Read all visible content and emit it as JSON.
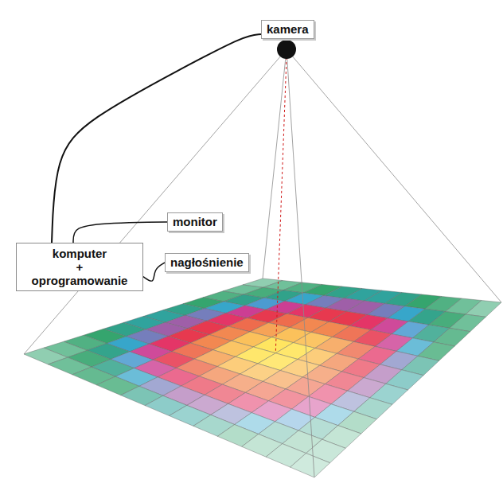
{
  "diagram": {
    "nodes": [
      {
        "text": [
          "kamera"
        ]
      },
      {
        "text": [
          "komputer + oprogramowanie"
        ]
      },
      {
        "text": [
          "monitor"
        ]
      },
      {
        "text": [
          "nagłośnienie"
        ]
      }
    ],
    "edges": [
      {
        "from": 1,
        "to": 0,
        "arrow": "none"
      },
      {
        "from": 1,
        "to": 2,
        "arrow": "none"
      },
      {
        "from": 1,
        "to": 3,
        "arrow": "none"
      }
    ]
  }
}
